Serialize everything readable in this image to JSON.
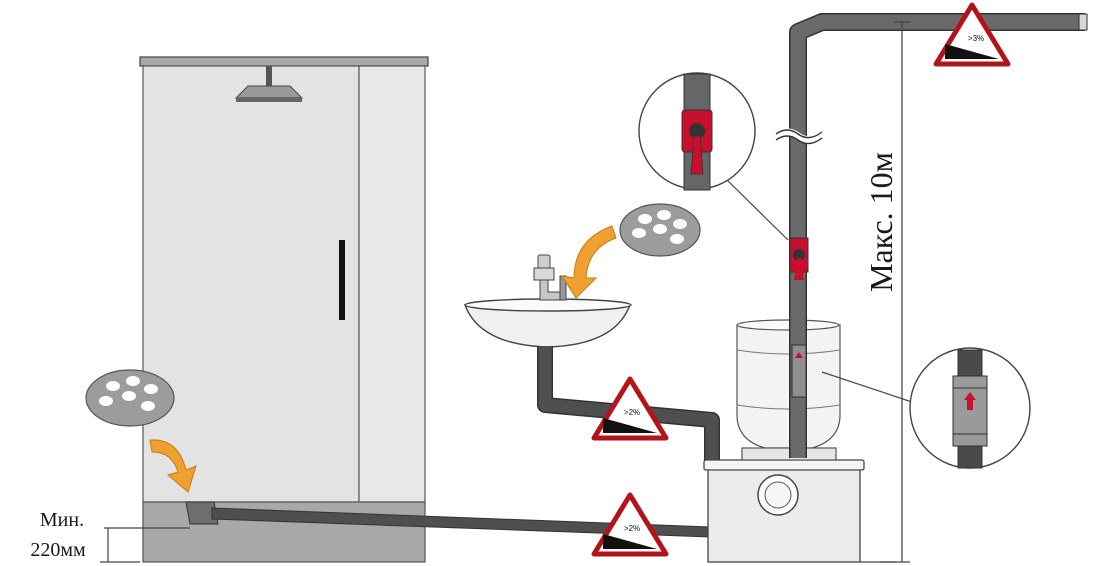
{
  "labels": {
    "max_height": "Макс. 10м",
    "min_line1": "Мин.",
    "min_line2": "220мм"
  },
  "slopes": {
    "top": ">3%",
    "basin": ">2%",
    "floor": ">2%"
  },
  "icons": [
    "shower-icon",
    "drain-grate-icon",
    "valve-icon",
    "check-valve-icon",
    "slope-warning-icon",
    "flow-arrow-icon"
  ],
  "colors": {
    "pipe": "#4f4f4f",
    "valve": "#c8102e",
    "arrow": "#f0a030",
    "warning_red": "#b3141b",
    "cabinet": "#e4e4e4"
  }
}
